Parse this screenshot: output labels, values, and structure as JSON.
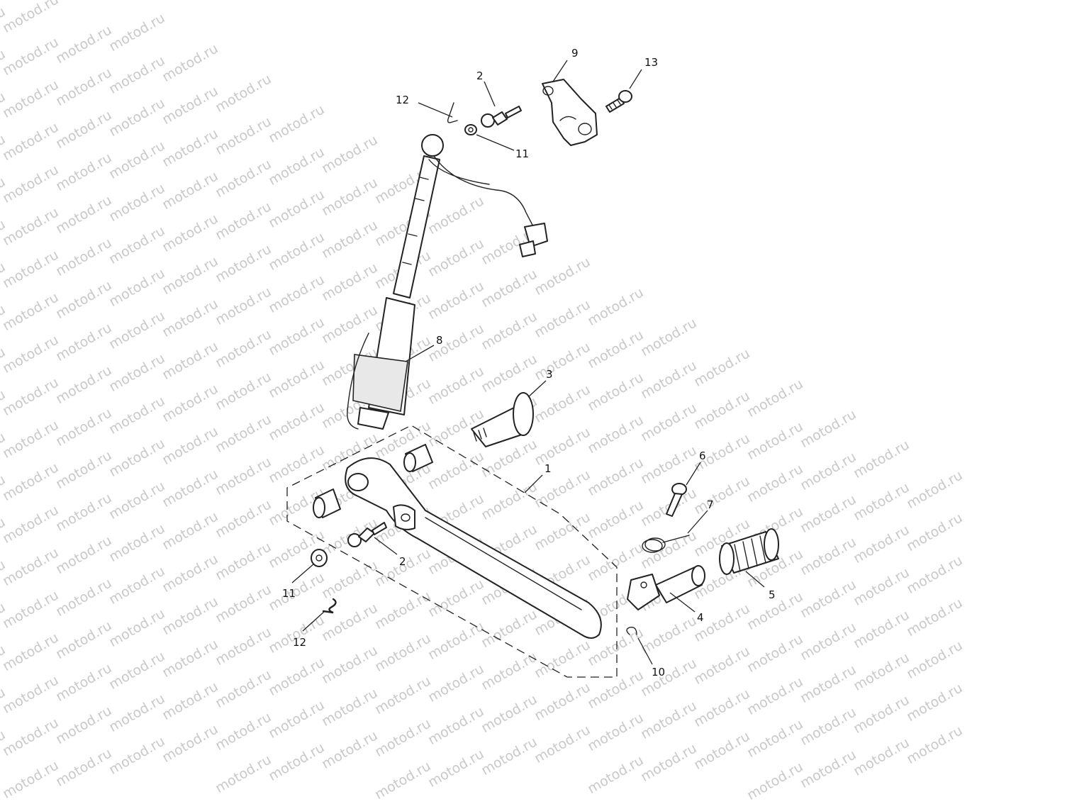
{
  "watermark": "motod.ru",
  "callouts": [
    {
      "id": "c1",
      "label": "1"
    },
    {
      "id": "c2a",
      "label": "2"
    },
    {
      "id": "c2b",
      "label": "2"
    },
    {
      "id": "c3",
      "label": "3"
    },
    {
      "id": "c4",
      "label": "4"
    },
    {
      "id": "c5",
      "label": "5"
    },
    {
      "id": "c6",
      "label": "6"
    },
    {
      "id": "c7",
      "label": "7"
    },
    {
      "id": "c8",
      "label": "8"
    },
    {
      "id": "c9",
      "label": "9"
    },
    {
      "id": "c10",
      "label": "10"
    },
    {
      "id": "c11a",
      "label": "11"
    },
    {
      "id": "c11b",
      "label": "11"
    },
    {
      "id": "c12a",
      "label": "12"
    },
    {
      "id": "c12b",
      "label": "12"
    },
    {
      "id": "c13",
      "label": "13"
    }
  ]
}
